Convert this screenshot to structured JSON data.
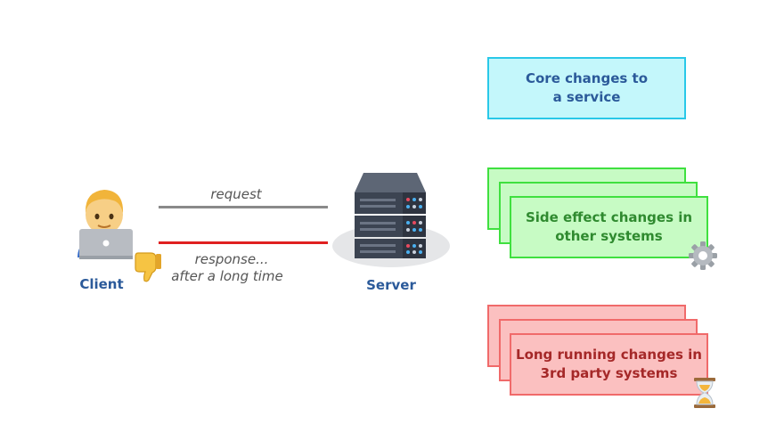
{
  "client": {
    "label": "Client"
  },
  "server": {
    "label": "Server"
  },
  "edges": {
    "request": "request",
    "response_line1": "response...",
    "response_line2": "after a long time"
  },
  "boxes": {
    "core": {
      "line1": "Core changes to",
      "line2": "a service"
    },
    "side": {
      "line1": "Side effect changes in",
      "line2": "other systems"
    },
    "long": {
      "line1": "Long running changes in",
      "line2": "3rd party systems"
    }
  },
  "icons": {
    "client": "person-with-laptop-icon",
    "thumbs": "thumbs-down-icon",
    "server": "server-rack-icon",
    "gear": "gear-icon",
    "hourglass": "hourglass-icon"
  },
  "colors": {
    "label_blue": "#2b5a9a",
    "request_line": "#8a8a8a",
    "response_line": "#e02020",
    "core_fill": "#c4f7fb",
    "core_border": "#29c8e8",
    "side_fill": "#c7fbc4",
    "side_border": "#3fe03f",
    "long_fill": "#fbc0c0",
    "long_border": "#f06a6a"
  }
}
